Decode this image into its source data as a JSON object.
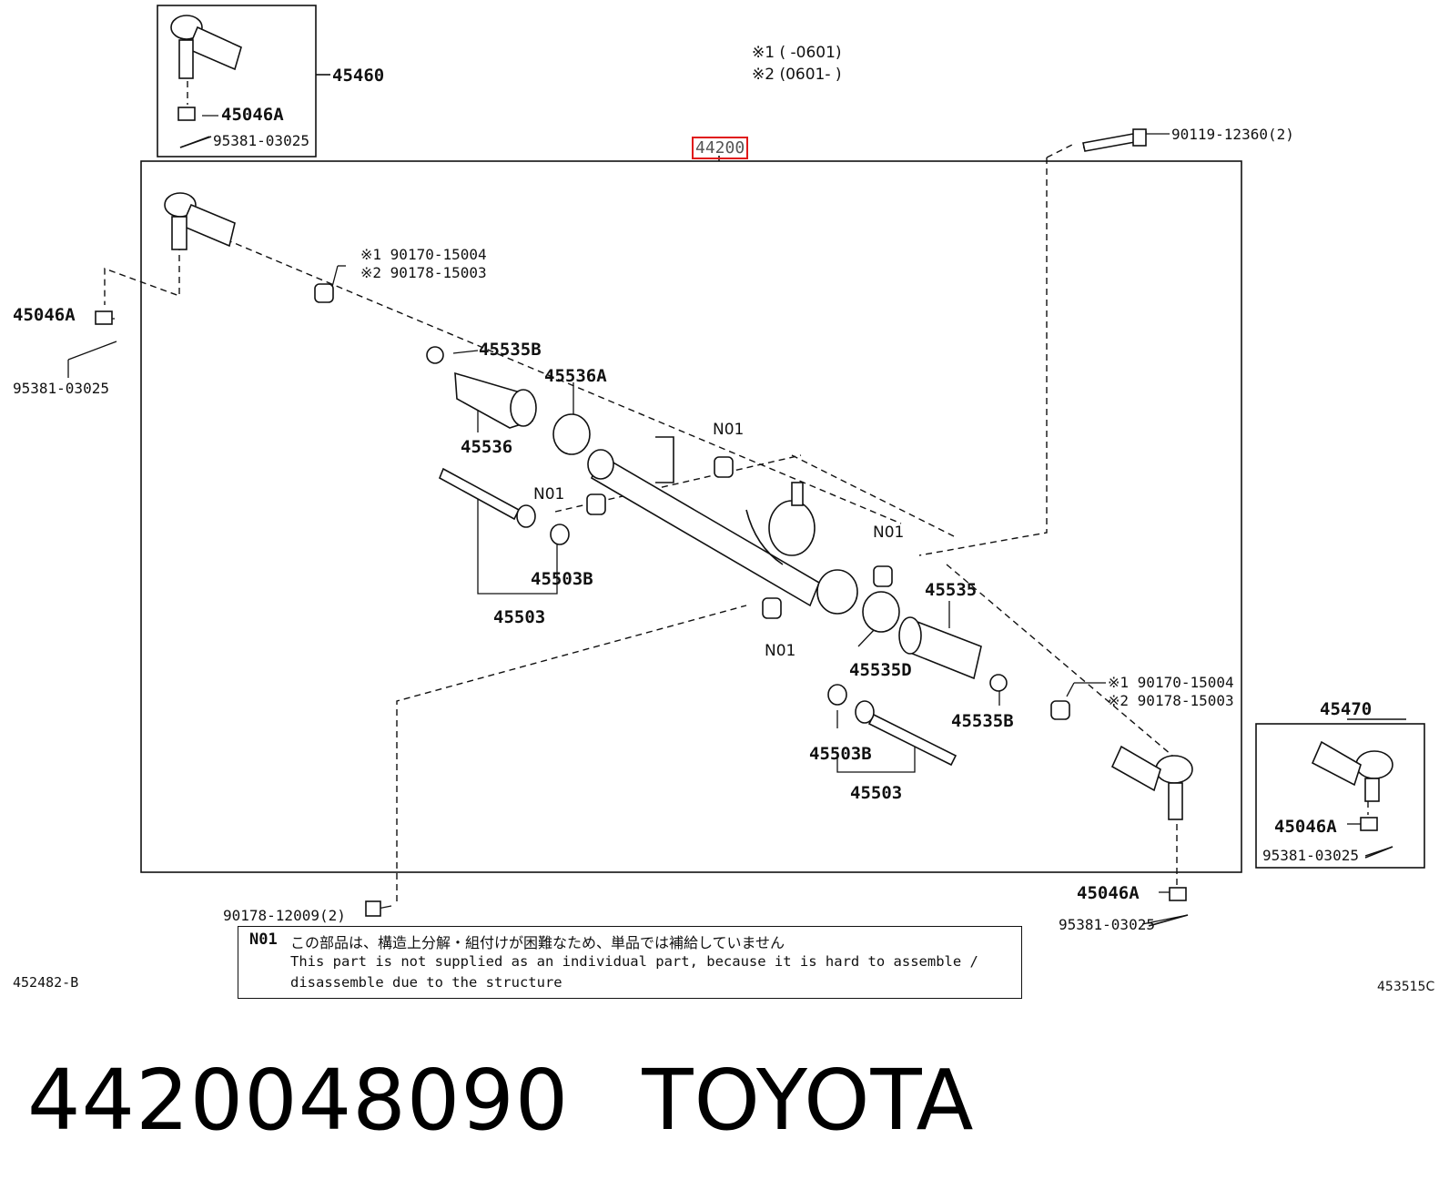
{
  "diagram": {
    "assembly_number": "44200",
    "variant_notes": [
      "※1 (      -0601)",
      "※2 (0601-      )"
    ],
    "labels": {
      "p45460": "45460",
      "p45046A_top": "45046A",
      "p95381_top": "95381-03025",
      "p90119": "90119-12360(2)",
      "p45046A_left": "45046A",
      "p95381_left": "95381-03025",
      "sub_left_1": "※1  90170-15004",
      "sub_left_2": "※2  90178-15003",
      "p45535B_upper": "45535B",
      "p45536A": "45536A",
      "p45536": "45536",
      "n01_a": "N01",
      "n01_b": "N01",
      "n01_c": "N01",
      "n01_d": "N01",
      "p45503B_left": "45503B",
      "p45503_left": "45503",
      "p45535": "45535",
      "p45535D": "45535D",
      "sub_right_1": "※1 90170-15004",
      "sub_right_2": "※2 90178-15003",
      "p45535B_lower": "45535B",
      "p45503B_right": "45503B",
      "p45503_right": "45503",
      "p45470": "45470",
      "p45046A_box_r": "45046A",
      "p95381_box_r": "95381-03025",
      "p45046A_bottom": "45046A",
      "p95381_bottom": "95381-03025",
      "p90178_12009": "90178-12009(2)"
    },
    "legend": {
      "key": "N01",
      "japanese": "この部品は、構造上分解・組付けが困難なため、単品では補給していません",
      "english_line1": "This part is not supplied as an individual part, because it is hard to assemble /",
      "english_line2": "disassemble due to the structure"
    },
    "ref_left": "452482-B",
    "ref_right": "453515C",
    "highlight_color": "#e01818"
  },
  "footer": {
    "part_number": "4420048090",
    "brand": "TOYOTA"
  }
}
